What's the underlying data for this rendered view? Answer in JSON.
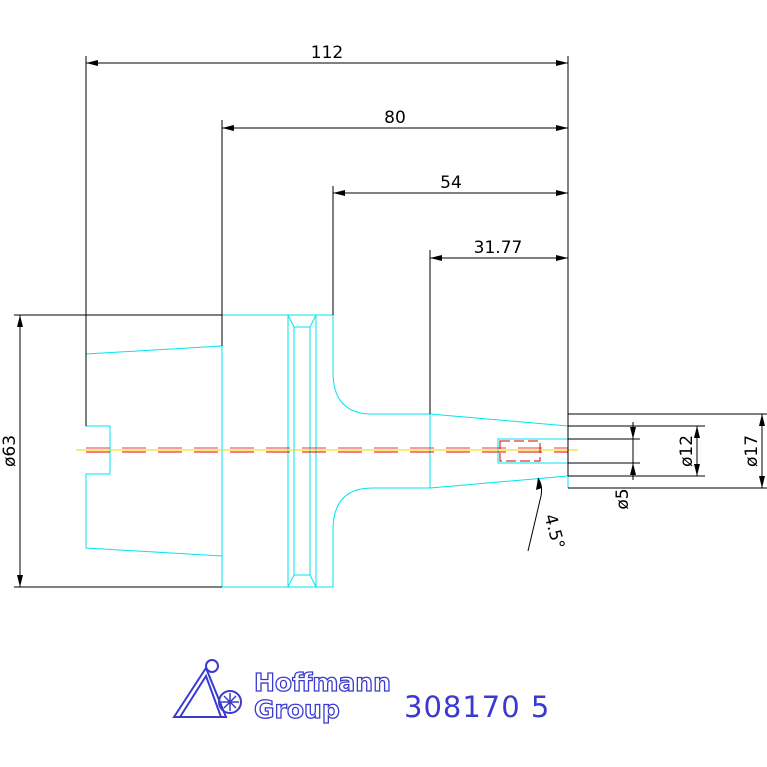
{
  "dimensions": {
    "overall_length": "112",
    "length_80": "80",
    "length_54": "54",
    "length_31_77": "31.77",
    "diameter_63": "ø63",
    "diameter_12": "ø12",
    "diameter_17": "ø17",
    "diameter_5": "ø5",
    "angle": "4.5°"
  },
  "logo": {
    "line1": "Hoffmann",
    "line2": "Group"
  },
  "part_number": "308170 5",
  "colors": {
    "outline": "#00e5ee",
    "dimension": "#000000",
    "axis_yellow": "#e8d800",
    "axis_red": "#e00000",
    "logo_blue": "#3a3ad0"
  }
}
